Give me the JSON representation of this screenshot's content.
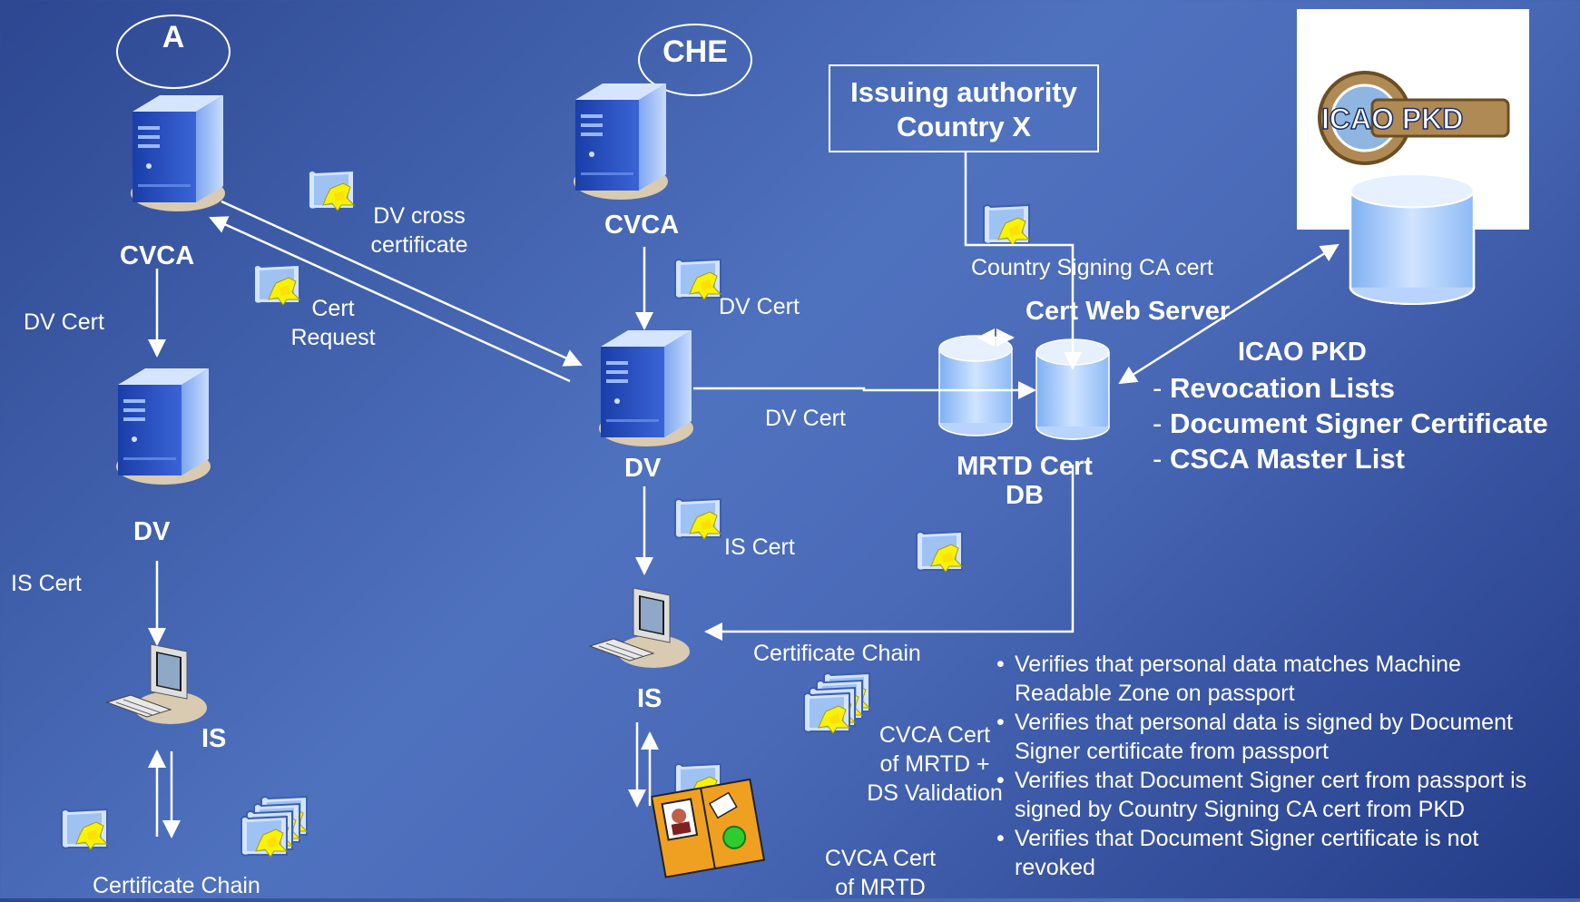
{
  "countries": {
    "a": "A",
    "che": "CHE"
  },
  "left": {
    "cvca": "CVCA",
    "dv": "DV",
    "is": "IS",
    "dv_cert": "DV Cert",
    "is_cert": "IS Cert",
    "cert_chain": "Certificate Chain"
  },
  "exchange": {
    "dv_cross_line1": "DV cross",
    "dv_cross_line2": "certificate",
    "cert_request_line1": "Cert",
    "cert_request_line2": "Request"
  },
  "middle": {
    "cvca": "CVCA",
    "dv": "DV",
    "is": "IS",
    "dv_cert_top": "DV Cert",
    "dv_cert_right": "DV Cert",
    "is_cert": "IS Cert",
    "cert_chain": "Certificate Chain",
    "cvca_cert_mrtd_ds_line1": "CVCA Cert",
    "cvca_cert_mrtd_ds_line2": "of MRTD +",
    "cvca_cert_mrtd_ds_line3": "DS Validation",
    "cvca_cert_mrtd_line1": "CVCA Cert",
    "cvca_cert_mrtd_line2": "of MRTD"
  },
  "issuing_authority": {
    "line1": "Issuing authority",
    "line2": "Country X"
  },
  "country_signing_ca_cert": "Country Signing CA cert",
  "cert_web_server": "Cert Web Server",
  "mrtd_db": {
    "line1": "MRTD Cert",
    "line2": "DB"
  },
  "icao": {
    "logo_text": "ICAO PKD",
    "title": "ICAO PKD",
    "items": [
      {
        "dash": "- ",
        "label": "Revocation Lists"
      },
      {
        "dash": "- ",
        "label": "Document Signer Certificate"
      },
      {
        "dash": "- ",
        "label": "CSCA Master List"
      }
    ]
  },
  "verifications": [
    "Verifies that personal data matches Machine\nReadable Zone on passport",
    "Verifies that personal data is signed by Document\nSigner certificate from passport",
    "Verifies that Document Signer cert from passport is\nsigned by Country Signing CA cert from PKD",
    "Verifies that Document Signer certificate is not\nrevoked"
  ],
  "bullet_glyph": "•"
}
